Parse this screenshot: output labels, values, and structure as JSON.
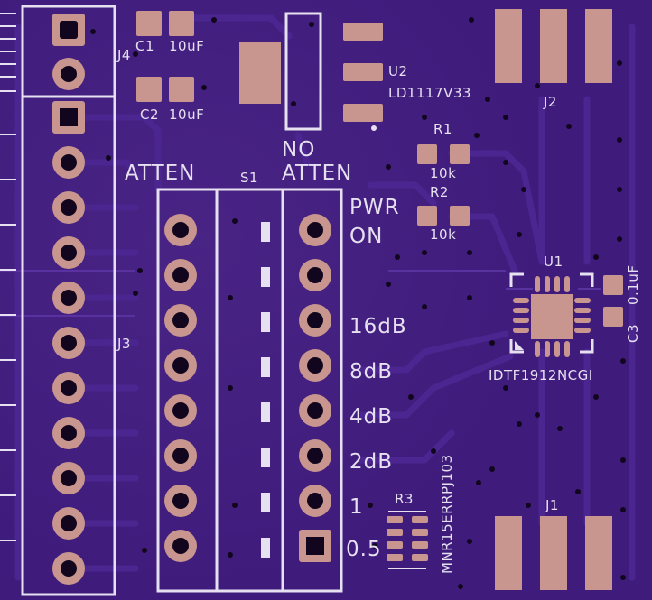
{
  "board": {
    "colors": {
      "soldermask": "#3f1c7c",
      "trace": "#4b2690",
      "copper_pad": "#c8968e",
      "silkscreen": "#e6e0f0",
      "via": "#12061e"
    }
  },
  "labels": {
    "J4": "J4",
    "J3": "J3",
    "J2": "J2",
    "J1": "J1",
    "C1": "C1",
    "C1_val": "10uF",
    "C2": "C2",
    "C2_val": "10uF",
    "U2": "U2",
    "U2_part": "LD1117V33",
    "R1": "R1",
    "R1_val": "10k",
    "R2": "R2",
    "R2_val": "10k",
    "U1": "U1",
    "U1_part": "IDTF1912NCGI",
    "C3": "C3",
    "C3_val": "0.1uF",
    "R3": "R3",
    "R3_part": "MNR15ERRPJ103",
    "S1": "S1",
    "atten": "ATTEN",
    "no": "NO",
    "no_atten": "ATTEN",
    "pwr": "PWR",
    "on": "ON",
    "steps": [
      "16dB",
      "8dB",
      "4dB",
      "2dB",
      "1",
      "0.5"
    ]
  }
}
